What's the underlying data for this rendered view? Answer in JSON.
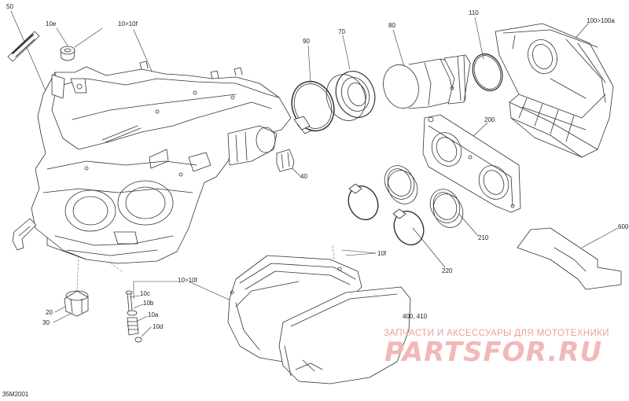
{
  "diagram": {
    "labels": {
      "l50": "50",
      "l10e": "10e",
      "l10_10f_top": "10>10f",
      "l90": "90",
      "l70": "70",
      "l80": "80",
      "l110": "110",
      "l100": "100>100a",
      "l200": "200",
      "l40": "40",
      "l210": "210",
      "l220": "220",
      "l600": "600",
      "l10f": "10f",
      "l10_10f_bottom": "10>10f",
      "l10c": "10c",
      "l10b": "10b",
      "l10a": "10a",
      "l10d": "10d",
      "l20": "20",
      "l30": "30",
      "l400": "400, 410"
    },
    "drawing_code": "35M2001"
  },
  "watermark": {
    "tagline": "ЗАПЧАСТИ И АКСЕССУАРЫ ДЛЯ МОТОТЕХНИКИ",
    "logo_text": "PARTSFOR.RU"
  },
  "colors": {
    "line": "#333333",
    "watermark": "#f2b8b8"
  }
}
